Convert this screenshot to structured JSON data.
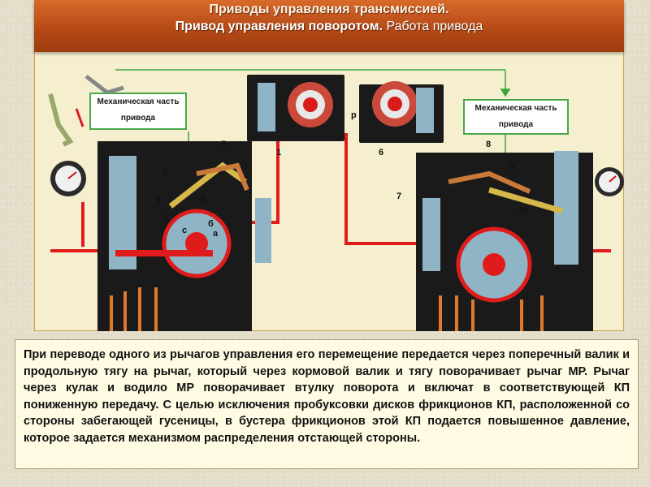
{
  "title": {
    "line1": "Приводы управления трансмиссией.",
    "line2_bold": "Привод управления поворотом.",
    "line2_normal": " Работа привода"
  },
  "diagram": {
    "left_box": {
      "line1": "Механическая часть",
      "line2": "привода"
    },
    "right_box": {
      "line1": "Механическая часть",
      "line2": "привода"
    },
    "labels": [
      "1",
      "2",
      "3",
      "4",
      "5",
      "6",
      "7",
      "8",
      "9",
      "10",
      "1",
      "р",
      "с",
      "б",
      "а"
    ]
  },
  "text": "При переводе одного из рычагов управления его перемещение передается через поперечный валик и продольную тягу на рычаг, который через кормовой валик и тягу поворачивает рычаг МР. Рычаг через кулак и водило МР поворачивает втулку поворота и включат в соответствующей КП пониженную передачу. С целью исключения пробуксовки дисков фрикционов КП, расположенной со стороны забегающей гусеницы, в бустера фрикционов этой КП подается повышенное давление, которое задается механизмом распределения отстающей стороны.",
  "colors": {
    "accent_bar": "#b64a16",
    "pressure_line": "#e01b1b",
    "hydraulic_body": "#1a1a1a",
    "arrow_green": "#3aa63a"
  }
}
